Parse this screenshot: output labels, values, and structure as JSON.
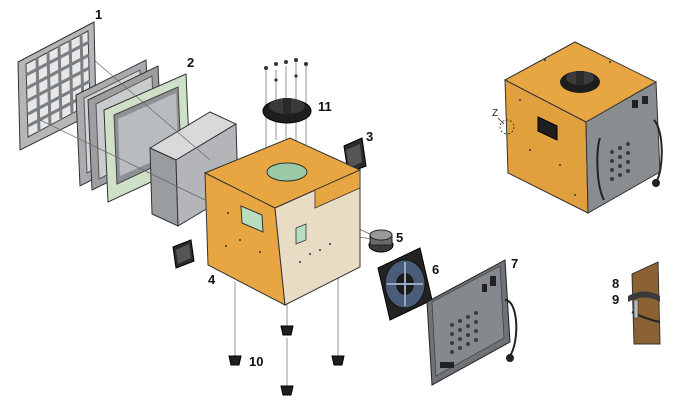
{
  "diagram": {
    "callouts": [
      {
        "id": "c1",
        "text": "1"
      },
      {
        "id": "c2",
        "text": "2"
      },
      {
        "id": "c3",
        "text": "3"
      },
      {
        "id": "c4",
        "text": "4"
      },
      {
        "id": "c5",
        "text": "5"
      },
      {
        "id": "c6",
        "text": "6"
      },
      {
        "id": "c7",
        "text": "7"
      },
      {
        "id": "c8",
        "text": "8"
      },
      {
        "id": "c9",
        "text": "9"
      },
      {
        "id": "c10",
        "text": "10"
      },
      {
        "id": "c11",
        "text": "11"
      }
    ],
    "view_marker": "Z",
    "colors": {
      "body_orange": "#e8a642",
      "body_shadow": "#c9882e",
      "gasket_green": "#cfe0c8",
      "panel_gray": "#8a8d90",
      "dark": "#2a2a2a",
      "inner_beige": "#e9dcc4",
      "detail_brown": "#8a6233"
    }
  }
}
